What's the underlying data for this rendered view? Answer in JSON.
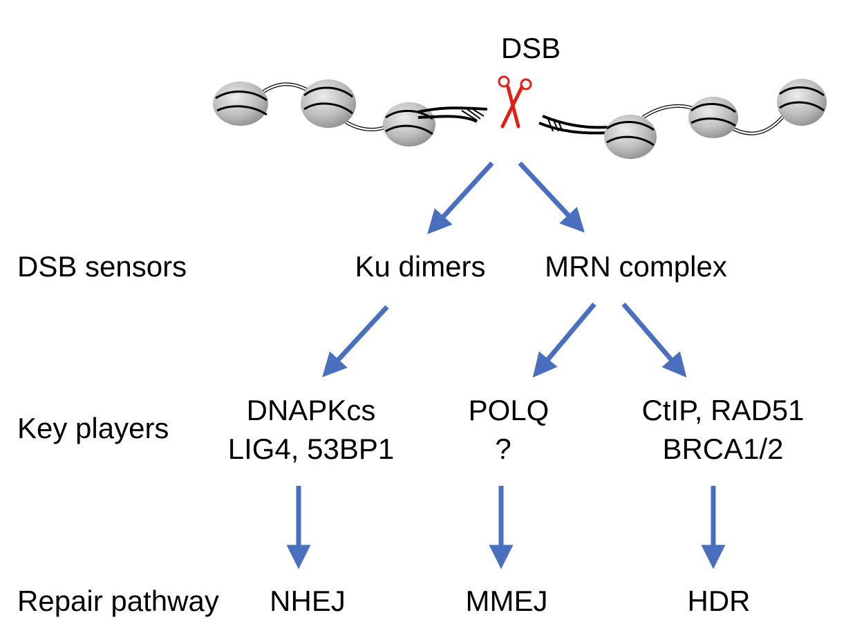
{
  "diagram": {
    "title": "DSB",
    "row_labels": {
      "sensors": "DSB sensors",
      "players": "Key players",
      "pathway": "Repair pathway"
    },
    "sensors": {
      "ku": "Ku dimers",
      "mrn": "MRN complex"
    },
    "players": {
      "nhej_line1": "DNAPKcs",
      "nhej_line2": "LIG4, 53BP1",
      "mmej_line1": "POLQ",
      "mmej_line2": "?",
      "hdr_line1": "CtIP, RAD51",
      "hdr_line2": "BRCA1/2"
    },
    "pathways": {
      "nhej": "NHEJ",
      "mmej": "MMEJ",
      "hdr": "HDR"
    },
    "colors": {
      "arrow": "#4a6fbf",
      "scissors": "#e02010",
      "nucleosome": "#b8b8b8",
      "text": "#000000"
    },
    "icons": [
      "scissors-icon",
      "nucleosome-icon",
      "dna-strand-icon",
      "arrow-icon"
    ]
  }
}
